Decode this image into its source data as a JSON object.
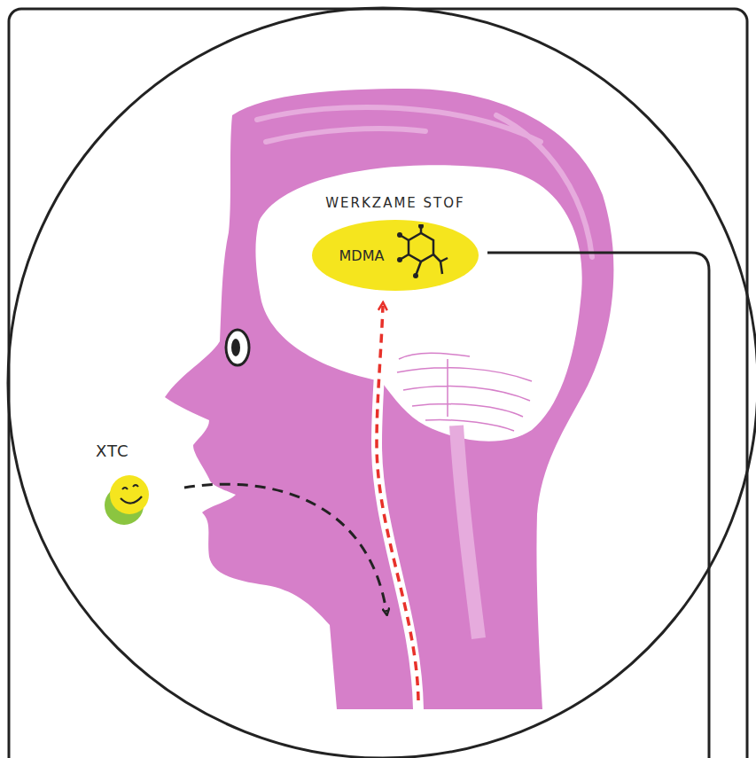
{
  "diagram": {
    "nodes": [
      {
        "text": [
          "WERKZAME STOF",
          "MDMA"
        ]
      }
    ],
    "labels": [
      "XTC"
    ]
  }
}
